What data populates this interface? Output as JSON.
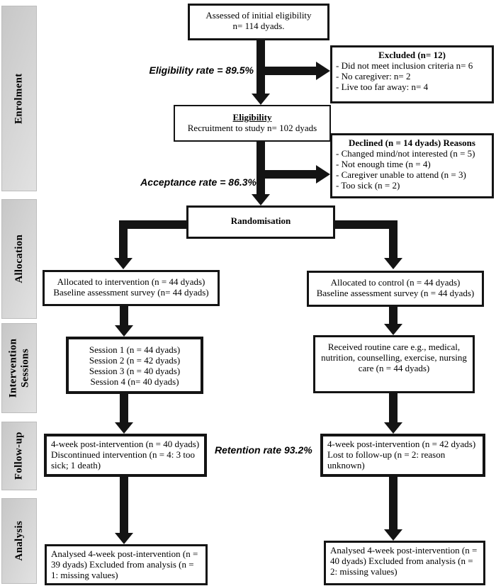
{
  "sidebar": {
    "labels": [
      "Enrolment",
      "Allocation",
      "Intervention Sessions",
      "Follow-up",
      "Analysis"
    ]
  },
  "flow": {
    "assessed": {
      "line1": "Assessed of initial eligibility",
      "line2": "n= 114 dyads."
    },
    "eligibility_rate": "Eligibility rate = 89.5%",
    "excluded": {
      "title": "Excluded (n= 12)",
      "items": [
        "- Did not meet inclusion criteria n= 6",
        "- No caregiver: n= 2",
        "- Live too far away: n= 4"
      ]
    },
    "eligibility": {
      "title": "Eligibility",
      "line2": "Recruitment to study n= 102 dyads"
    },
    "acceptance_rate": "Acceptance rate = 86.3%",
    "declined": {
      "title": "Declined (n = 14 dyads) Reasons",
      "items": [
        "- Changed mind/not interested (n = 5)",
        "- Not enough time (n = 4)",
        "- Caregiver unable to attend (n = 3)",
        "- Too sick (n = 2)"
      ]
    },
    "randomisation": {
      "title": "Randomisation"
    },
    "alloc_intervention": {
      "line1": "Allocated to intervention (n = 44 dyads)",
      "line2": "Baseline assessment survey (n= 44 dyads)"
    },
    "alloc_control": {
      "line1": "Allocated to control (n = 44 dyads)",
      "line2": "Baseline assessment survey (n = 44 dyads)"
    },
    "sessions": {
      "lines": [
        "Session 1 (n = 44 dyads)",
        "Session 2 (n = 42 dyads)",
        "Session 3 (n = 40 dyads)",
        "Session 4 (n= 40 dyads)"
      ]
    },
    "routine_care": {
      "text": "Received routine care e.g., medical, nutrition, counselling, exercise, nursing care (n = 44 dyads)"
    },
    "followup_intervention": {
      "text": "4-week post-intervention (n = 40 dyads) Discontinued intervention (n = 4: 3 too sick; 1 death)"
    },
    "retention_rate": "Retention rate 93.2%",
    "followup_control": {
      "text": "4-week post-intervention (n = 42 dyads) Lost to follow-up (n = 2: reason unknown)"
    },
    "analysis_intervention": {
      "text": "Analysed 4-week post-intervention (n = 39 dyads) Excluded from analysis (n = 1: missing values)"
    },
    "analysis_control": {
      "text": "Analysed 4-week post-intervention (n = 40 dyads) Excluded from analysis (n = 2: missing values)"
    }
  },
  "colors": {
    "box_border": "#141414",
    "arrow": "#141414",
    "box_bg": "#ffffff",
    "sidebar_bg": "#d5d5d5",
    "text": "#000000"
  }
}
